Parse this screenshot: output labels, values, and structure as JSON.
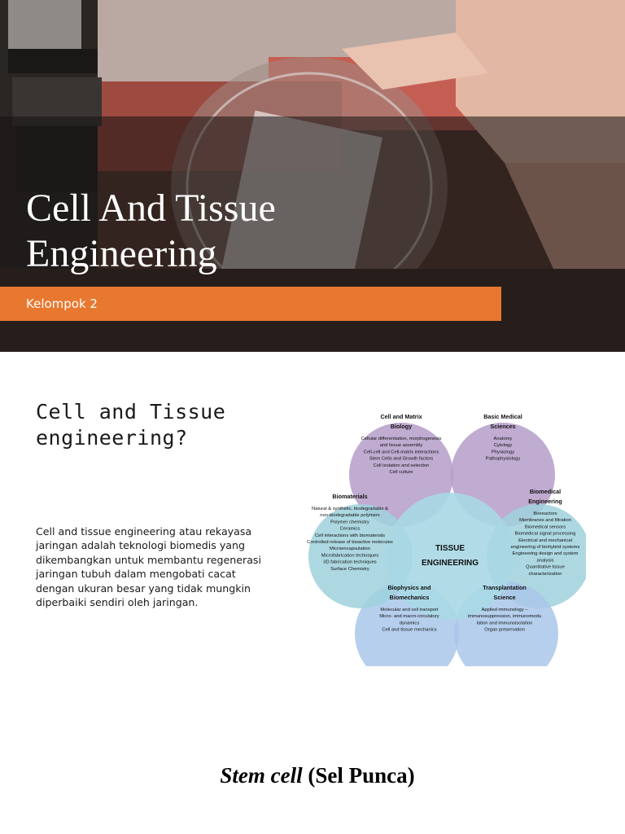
{
  "slide1": {
    "title_line1": "Cell And Tissue",
    "title_line2": "Engineering",
    "subtitle": "Kelompok 2",
    "accent_color": "#e8782f"
  },
  "slide2": {
    "heading_line1": "Cell and Tissue",
    "heading_line2": "engineering?",
    "body": "Cell and tissue engineering atau rekayasa jaringan adalah teknologi biomedis yang dikembangkan untuk membantu regenerasi jaringan tubuh dalam mengobati cacat dengan ukuran besar yang tidak mungkin diperbaiki sendiri oleh jaringan.",
    "diagram": {
      "center": [
        "TISSUE",
        "ENGINEERING"
      ],
      "circles": [
        {
          "title": [
            "Cell and Matrix",
            "Biology"
          ],
          "items": [
            "Cellular differentiation, morphogenesis",
            "and tissue assembly",
            "Cell-cell and Cell-matrix interactions",
            "Stem Cells and Growth factors",
            "Cell isolation and selection",
            "Cell culture"
          ]
        },
        {
          "title": [
            "Basic Medical",
            "Sciences"
          ],
          "items": [
            "Anatomy",
            "Cytology",
            "Physiology",
            "Pathophysiology"
          ]
        },
        {
          "title": [
            "Biomedical",
            "Engineering"
          ],
          "items": [
            "Bioreactors",
            "Membranes and filtration",
            "Biomedical sensors",
            "Biomedical signal processing",
            "Electrical and mechanical",
            "engineering of biohybrid systems",
            "Engineering design and system",
            "analysis",
            "Quantitative tissue",
            "characterization"
          ]
        },
        {
          "title": [
            "Transplantation",
            "Science"
          ],
          "items": [
            "Applied immunology –",
            "immunosuppression, immunomodu",
            "lation and immunoisolation",
            "Organ preservation"
          ]
        },
        {
          "title": [
            "Biophysics and",
            "Biomechanics"
          ],
          "items": [
            "Molecular and cell transport",
            "Micro- and macro-circulatory",
            "dynamics",
            "Cell and tissue mechanics"
          ]
        },
        {
          "title": [
            "Biomaterials"
          ],
          "items": [
            "Natural & synthetic, biodegradable &",
            "non-biodegradable polymers",
            "Polymer chemistry",
            "Ceramics",
            "Cell interactions with biomaterials",
            "Controlled release of bioactive molecules",
            "Microencapsulation",
            "Microfabrication techniques",
            "3D fabrication techniques",
            "Surface Chemistry"
          ]
        }
      ]
    },
    "stem_italic": "Stem cell",
    "stem_rest": " (Sel Punca)"
  }
}
